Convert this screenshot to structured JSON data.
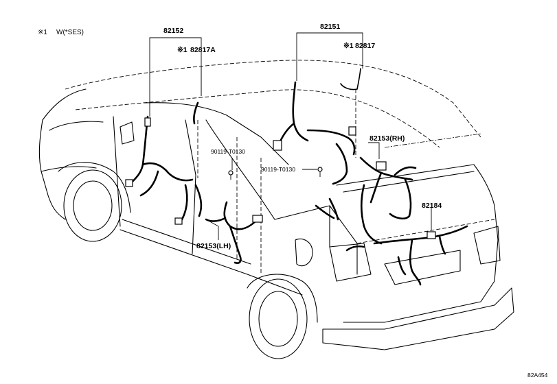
{
  "note": {
    "mark": "※1",
    "text": "W(*SES)"
  },
  "parts": {
    "p82152": "82152",
    "p82817a": "82817A",
    "p82817a_mark": "※1",
    "p82151": "82151",
    "p82817": "82817",
    "p82817_mark": "※1",
    "p90119_left": "90119-T0130",
    "p90119_right": "90119-T0130",
    "p82153rh": "82153(RH)",
    "p82184": "82184",
    "p82153lh": "82153(LH)"
  },
  "diagram_id": "82A454"
}
